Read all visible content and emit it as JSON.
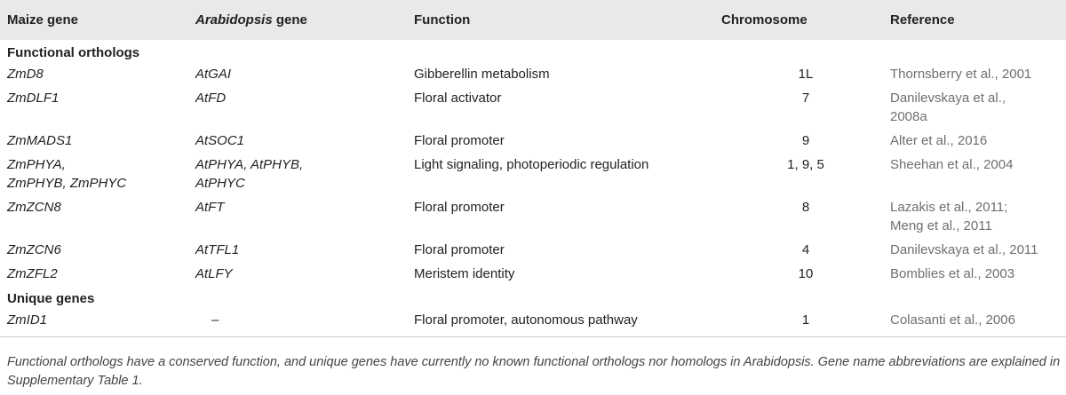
{
  "headers": {
    "maize": "Maize gene",
    "arabidopsis_italic": "Arabidopsis",
    "arabidopsis_rest": " gene",
    "function": "Function",
    "chromosome": "Chromosome",
    "reference": "Reference"
  },
  "sections": [
    {
      "title": "Functional orthologs",
      "rows": [
        {
          "maize": "ZmD8",
          "arabidopsis": "AtGAI",
          "function": "Gibberellin metabolism",
          "chromosome": "1L",
          "reference": "Thornsberry et al., 2001"
        },
        {
          "maize": "ZmDLF1",
          "arabidopsis": "AtFD",
          "function": "Floral activator",
          "chromosome": "7",
          "reference": "Danilevskaya et al.,",
          "reference2": "2008a"
        },
        {
          "maize": "ZmMADS1",
          "arabidopsis": "AtSOC1",
          "function": "Floral promoter",
          "chromosome": "9",
          "reference": "Alter et al., 2016"
        },
        {
          "maize": "ZmPHYA,",
          "maize2": "ZmPHYB, ZmPHYC",
          "arabidopsis": "AtPHYA, AtPHYB,",
          "arabidopsis2": "AtPHYC",
          "function": "Light signaling, photoperiodic regulation",
          "chromosome": "1, 9, 5",
          "reference": "Sheehan et al., 2004"
        },
        {
          "maize": "ZmZCN8",
          "arabidopsis": "AtFT",
          "function": "Floral promoter",
          "chromosome": "8",
          "reference": "Lazakis et al., 2011;",
          "reference2": "Meng et al., 2011"
        },
        {
          "maize": "ZmZCN6",
          "arabidopsis": "AtTFL1",
          "function": "Floral promoter",
          "chromosome": "4",
          "reference": "Danilevskaya et al., 2011"
        },
        {
          "maize": "ZmZFL2",
          "arabidopsis": "AtLFY",
          "function": "Meristem identity",
          "chromosome": "10",
          "reference": "Bomblies et al., 2003"
        }
      ]
    },
    {
      "title": "Unique genes",
      "rows": [
        {
          "maize": "ZmID1",
          "arabidopsis": "–",
          "function": "Floral promoter, autonomous pathway",
          "chromosome": "1",
          "reference": "Colasanti et al., 2006"
        }
      ]
    }
  ],
  "footnote": "Functional orthologs have a conserved function, and unique genes have currently no known functional orthologs nor homologs in Arabidopsis. Gene name abbreviations are explained in Supplementary Table 1."
}
